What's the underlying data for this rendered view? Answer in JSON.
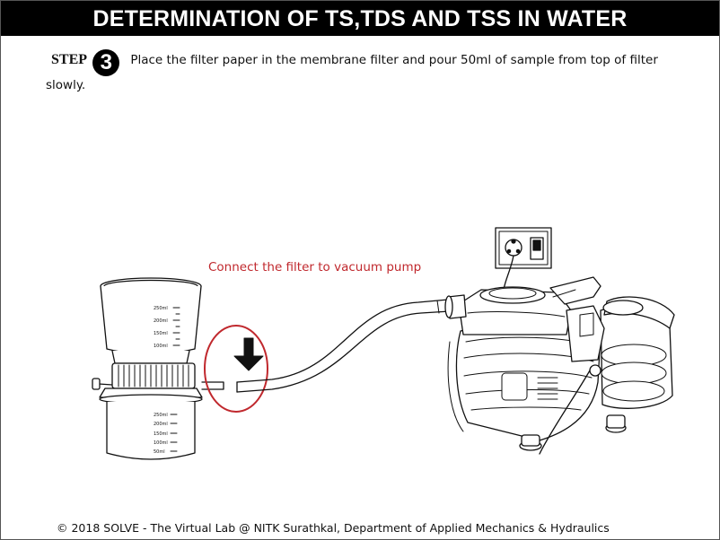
{
  "header": {
    "title": "DETERMINATION OF TS,TDS AND TSS IN WATER"
  },
  "step": {
    "label": "STEP",
    "number": "3",
    "instruction": "Place the filter paper in the membrane filter and pour 50ml of sample from top of filter slowly."
  },
  "annotation": {
    "text": "Connect the filter to vacuum pump"
  },
  "funnel_scale": [
    "250ml",
    "200ml",
    "150ml",
    "100ml"
  ],
  "flask_scale": [
    "250ml",
    "200ml",
    "150ml",
    "100ml",
    "50ml"
  ],
  "footer": {
    "text": "© 2018 SOLVE - The Virtual Lab @ NITK Surathkal, Department of Applied Mechanics & Hydraulics"
  },
  "colors": {
    "header_bg": "#000000",
    "annotation": "#c0282d",
    "highlight_circle": "#c0282d"
  }
}
